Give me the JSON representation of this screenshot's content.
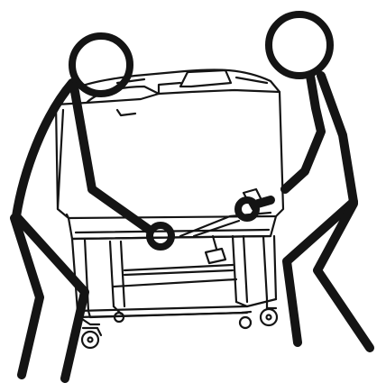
{
  "figure": {
    "subject": "two-person-lift-of-printer-on-wheeled-stand",
    "colors": {
      "ink": "#141414",
      "background": "#ffffff"
    },
    "figures": [
      {
        "id": "person-left",
        "role": "lifter",
        "grip": "front-corner"
      },
      {
        "id": "person-right",
        "role": "lifter",
        "grip": "rear-handle"
      }
    ],
    "objects": [
      {
        "id": "printer",
        "kind": "printer-body"
      },
      {
        "id": "stand",
        "kind": "wheeled-cart",
        "casters": 4
      }
    ]
  }
}
